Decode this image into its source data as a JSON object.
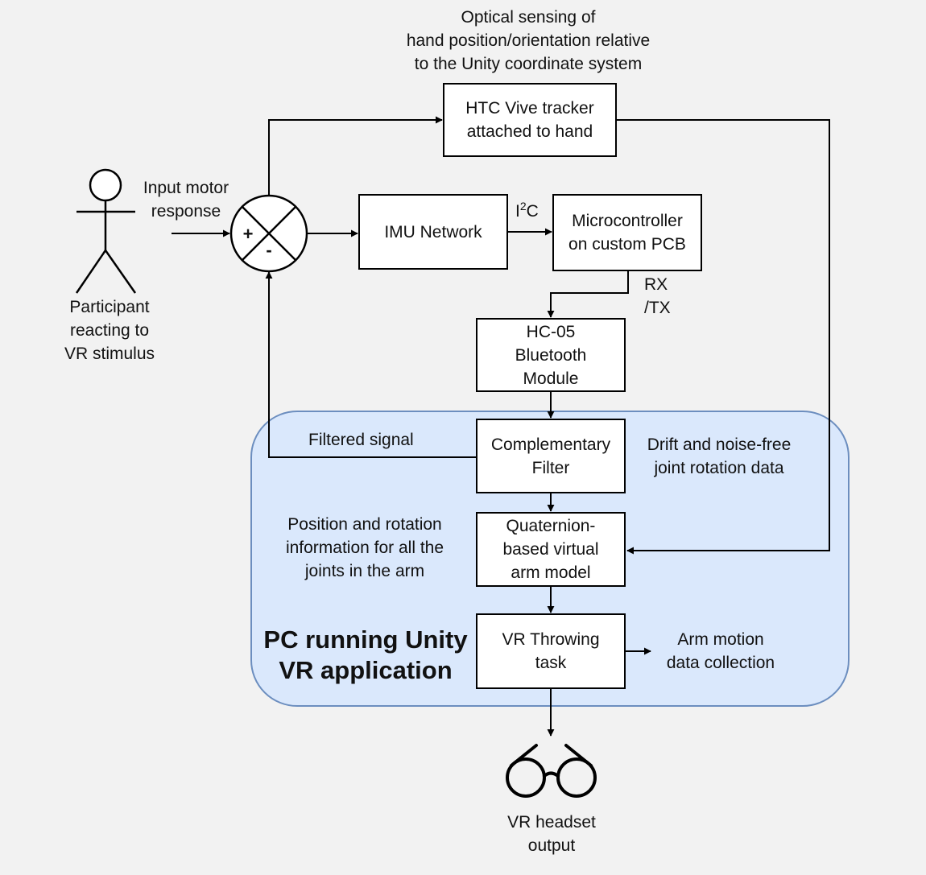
{
  "diagram": {
    "nodes": {
      "htc": "HTC Vive tracker\nattached to hand",
      "imu": "IMU Network",
      "micro": "Microcontroller\non custom PCB",
      "hc05": "HC-05\nBluetooth\nModule",
      "filter": "Complementary\nFilter",
      "quat": "Quaternion-\nbased virtual\narm model",
      "throw": "VR Throwing\ntask"
    },
    "sum_junction": {
      "plus": "+",
      "minus": "-"
    },
    "region_title": "PC running Unity\nVR application",
    "labels": {
      "optical": "Optical sensing of\nhand position/orientation relative\nto the Unity coordinate system",
      "input_motor": "Input motor\nresponse",
      "participant": "Participant\nreacting to\nVR stimulus",
      "i2c_base": "I",
      "i2c_sup": "2",
      "i2c_tail": "C",
      "rxtx": "RX\n/TX",
      "filtered": "Filtered signal",
      "drift": "Drift and noise-free\njoint rotation data",
      "position": "Position and rotation\ninformation for all the\njoints in the arm",
      "arm_motion": "Arm motion\ndata collection",
      "headset": "VR headset\noutput"
    },
    "icons": [
      "stick-figure-icon",
      "glasses-icon",
      "summing-junction-icon"
    ],
    "colors": {
      "region_fill": "#dae8fc",
      "region_border": "#6c8ebf",
      "background": "#f2f2f2"
    }
  }
}
